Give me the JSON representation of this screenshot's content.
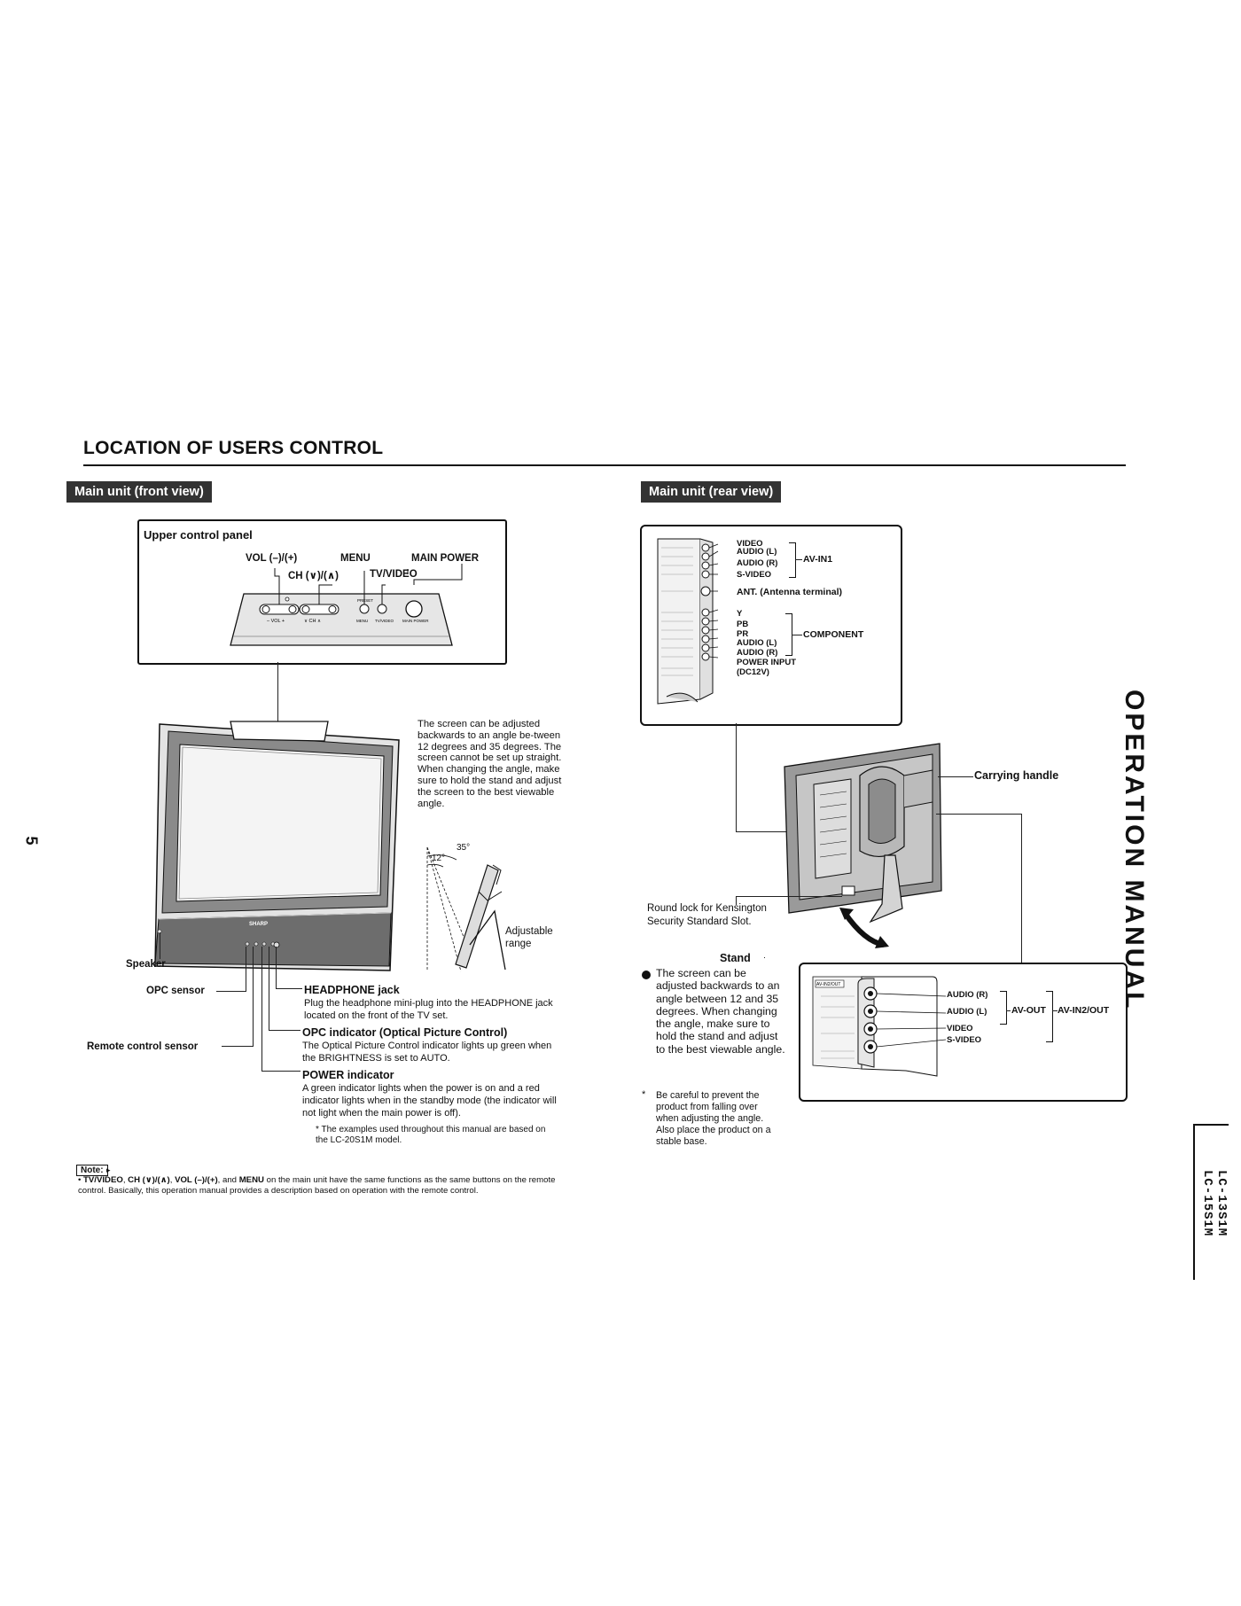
{
  "page": {
    "number": "5",
    "side_title": "OPERATION MANUAL",
    "models": [
      "LC-13S1M",
      "LC-15S1M"
    ],
    "heading": "LOCATION OF USERS CONTROL"
  },
  "front": {
    "tab": "Main unit (front view)",
    "panel_title": "Upper control panel",
    "panel_labels": {
      "vol": "VOL (–)/(+)",
      "menu": "MENU",
      "main_power": "MAIN POWER",
      "ch": "CH (∨)/(∧)",
      "tv_video": "TV/VIDEO"
    },
    "panel_small": {
      "vol": "– VOL +",
      "ch": "∨ CH ∧",
      "menu": "MENU",
      "tvvideo": "TV/VIDEO",
      "mainpower": "MAIN POWER",
      "preset": "PRESET"
    },
    "brand": "SHARP",
    "angle_text": "The screen can be adjusted backwards to an angle be-tween 12 degrees and 35 degrees. The screen cannot be set up straight. When changing the angle, make sure to hold the stand and adjust the screen to the best viewable angle.",
    "angle_35": "35°",
    "angle_12": "12°",
    "adjustable_range": "Adjustable range",
    "speaker": "Speaker",
    "opc_sensor": "OPC sensor",
    "remote_sensor": "Remote control sensor",
    "headphone": {
      "title": "HEADPHONE jack",
      "text": "Plug the headphone mini-plug into the HEADPHONE jack located on the front of the TV set."
    },
    "opc_indicator": {
      "title": "OPC indicator (Optical Picture Control)",
      "text": "The Optical Picture Control indicator lights up green when the BRIGHTNESS is set to AUTO."
    },
    "power_indicator": {
      "title": "POWER indicator",
      "text": "A green indicator lights when the power is on and a red indicator lights when in the standby mode (the indicator will not light when the main power is off)."
    },
    "examples_note": "* The examples used throughout this manual are based on the LC-20S1M model."
  },
  "note": {
    "label": "Note:",
    "text_bold_1": "TV/VIDEO",
    "text_bold_2": "CH (∨)/(∧)",
    "text_bold_3": "VOL (–)/(+)",
    "text_bold_4": "MENU",
    "sep1": ", ",
    "sep2": ", ",
    "sep3": ", and ",
    "text_rest": " on the main unit have the same functions as the same buttons on the remote control. Basically, this operation manual provides a description based on operation with the remote control."
  },
  "rear": {
    "tab": "Main unit (rear view)",
    "terminals": {
      "video": "VIDEO",
      "audio_l": "AUDIO (L)",
      "audio_r": "AUDIO (R)",
      "s_video": "S-VIDEO",
      "av_in1": "AV-IN1",
      "ant": "ANT. (Antenna terminal)",
      "y": "Y",
      "pb": "PB",
      "pr": "PR",
      "audio_l2": "AUDIO (L)",
      "audio_r2": "AUDIO (R)",
      "component": "COMPONENT",
      "power_input": "POWER INPUT",
      "dc12v": "(DC12V)"
    },
    "carrying_handle": "Carrying handle",
    "kensington": "Round lock for Kensington Security Standard Slot.",
    "stand": "Stand",
    "stand_text": "The screen can be adjusted backwards to an angle between 12 and 35 degrees. When changing the angle, make sure to hold the stand and adjust to the best viewable angle.",
    "stand_note": "Be careful to prevent the product from falling over when adjusting the angle. Also place the product on a stable base.",
    "star": "*",
    "out": {
      "audio_r": "AUDIO (R)",
      "audio_l": "AUDIO (L)",
      "video": "VIDEO",
      "s_video": "S-VIDEO",
      "av_out": "AV-OUT",
      "av_in2": "AV-IN2/OUT",
      "side_label": "AV-IN2/OUT"
    }
  }
}
